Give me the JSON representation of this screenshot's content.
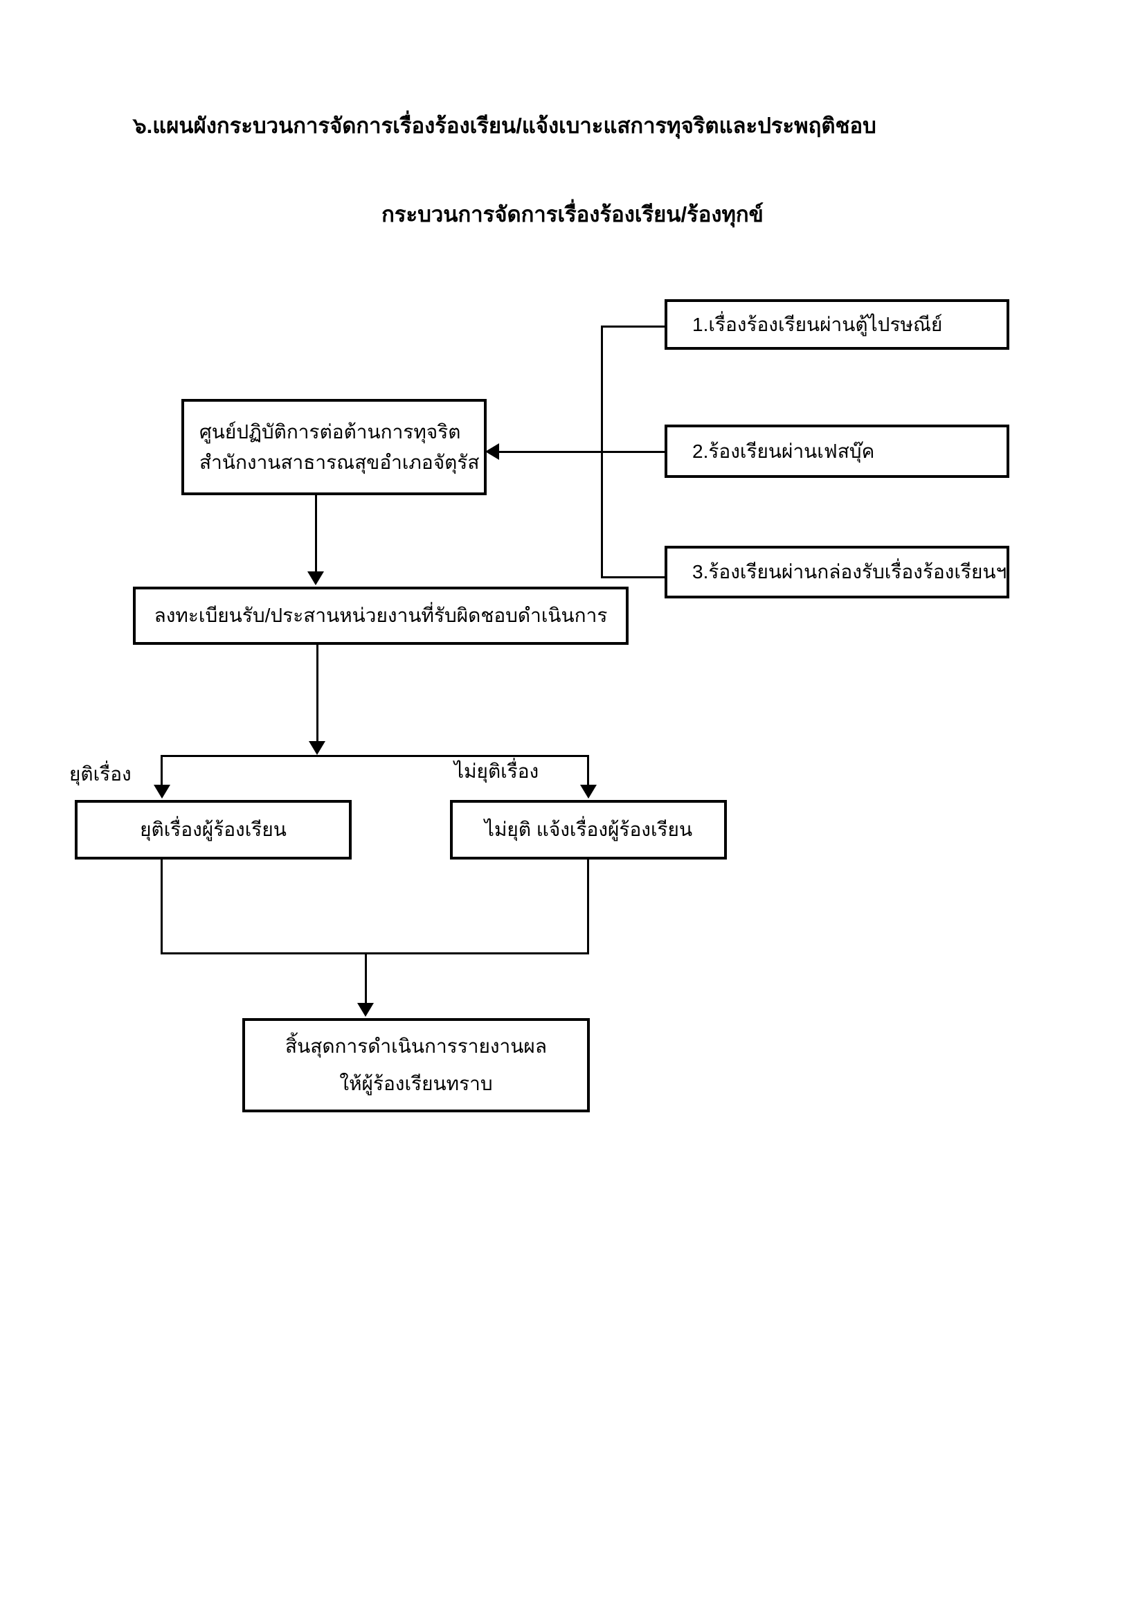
{
  "page": {
    "title": "๖.แผนผังกระบวนการจัดการเรื่องร้องเรียน/แจ้งเบาะแสการทุจริตและประพฤติชอบ",
    "subtitle": "กระบวนการจัดการเรื่องร้องเรียน/ร้องทุกข์"
  },
  "flowchart": {
    "channels": [
      {
        "label": "1.เรื่องร้องเรียนผ่านตู้ไปรษณีย์"
      },
      {
        "label": "2.ร้องเรียนผ่านเฟสบุ๊ค"
      },
      {
        "label": "3.ร้องเรียนผ่านกล่องรับเรื่องร้องเรียนฯ"
      }
    ],
    "center_office": {
      "line1": "ศูนย์ปฏิบัติการต่อต้านการทุจริต",
      "line2": "สำนักงานสาธารณสุขอำเภอจัตุรัส"
    },
    "register": {
      "label": "ลงทะเบียนรับ/ประสานหน่วยงานที่รับผิดชอบดำเนินการ"
    },
    "branch_labels": {
      "resolved": "ยุติเรื่อง",
      "not_resolved": "ไม่ยุติเรื่อง"
    },
    "outcomes": [
      {
        "label": "ยุติเรื่องผู้ร้องเรียน"
      },
      {
        "label": "ไม่ยุติ แจ้งเรื่องผู้ร้องเรียน"
      }
    ],
    "end": {
      "line1": "สิ้นสุดการดำเนินการรายงานผล",
      "line2": "ให้ผู้ร้องเรียนทราบ"
    }
  },
  "colors": {
    "ink": "#000000",
    "paper": "#ffffff"
  }
}
